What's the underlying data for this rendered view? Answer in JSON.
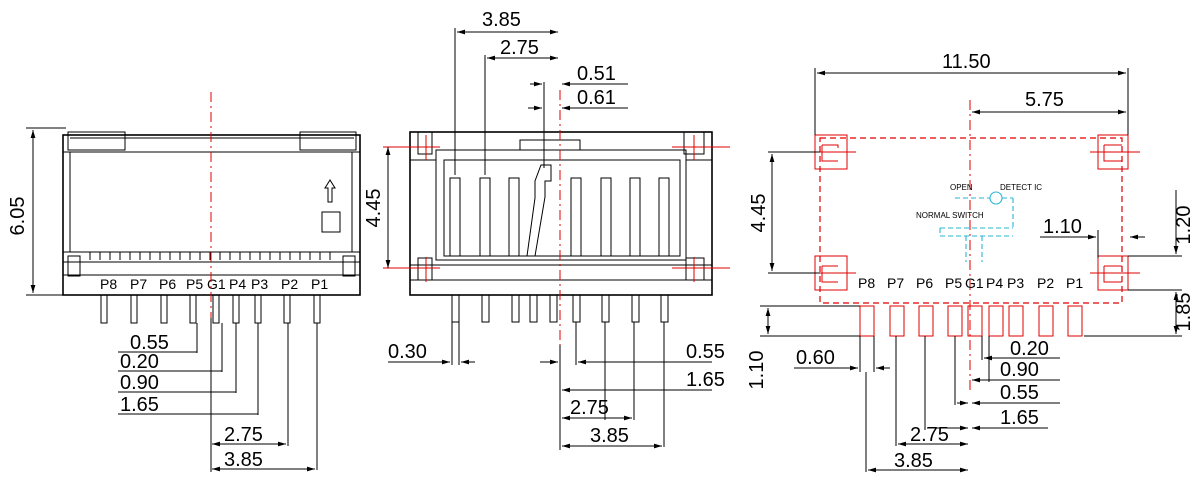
{
  "front_view": {
    "height_label": "6.05",
    "pin_labels": [
      "P8",
      "P7",
      "P6",
      "P5",
      "G1",
      "P4",
      "P3",
      "P2",
      "P1"
    ],
    "dims": [
      "0.55",
      "0.20",
      "0.90",
      "1.65",
      "2.75",
      "3.85"
    ]
  },
  "side_view": {
    "top_dims": [
      "3.85",
      "2.75",
      "0.51",
      "0.61"
    ],
    "height_label": "4.45",
    "bottom_dims": [
      "0.30",
      "0.55",
      "1.65",
      "2.75",
      "3.85"
    ]
  },
  "footprint_view": {
    "width_label": "11.50",
    "half_width_label": "5.75",
    "height_label": "4.45",
    "pad_dim": "1.10",
    "right_dims": [
      "1.20",
      "1.85"
    ],
    "pin_labels": [
      "P8",
      "P7",
      "P6",
      "P5",
      "G1",
      "P4",
      "P3",
      "P2",
      "P1"
    ],
    "left_dims": [
      "1.10",
      "0.60"
    ],
    "bottom_dims": [
      "0.20",
      "0.90",
      "0.55",
      "1.65",
      "2.75",
      "3.85"
    ],
    "switch_labels": {
      "open": "OPEN",
      "detect": "DETECT IC",
      "normal": "NORMAL SWITCH"
    }
  }
}
